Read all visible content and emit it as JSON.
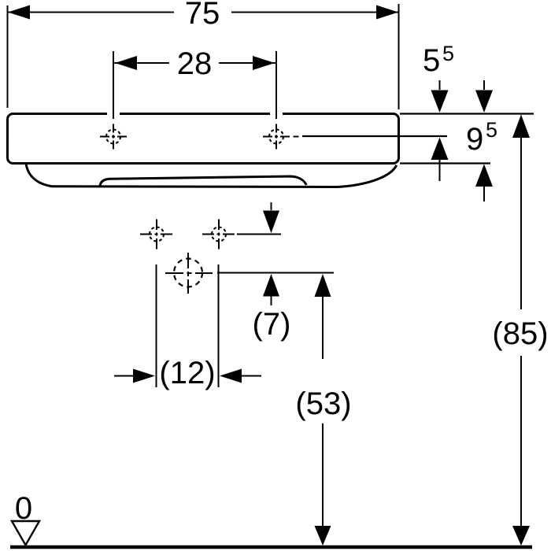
{
  "drawing": {
    "type": "technical-dimension-drawing",
    "subject": "washbasin-front-elevation",
    "background_color": "#ffffff",
    "line_color": "#000000",
    "labels": {
      "overall_width": "75",
      "tap_hole_spacing": "28",
      "tap_offset": {
        "main": "5",
        "sup": "5"
      },
      "apron_depth": {
        "main": "9",
        "sup": "5"
      },
      "hole_offset_depth": "(7)",
      "hole_offset_width": "(12)",
      "drain_height": "(53)",
      "rim_height": "(85)",
      "floor_datum": "0"
    }
  }
}
